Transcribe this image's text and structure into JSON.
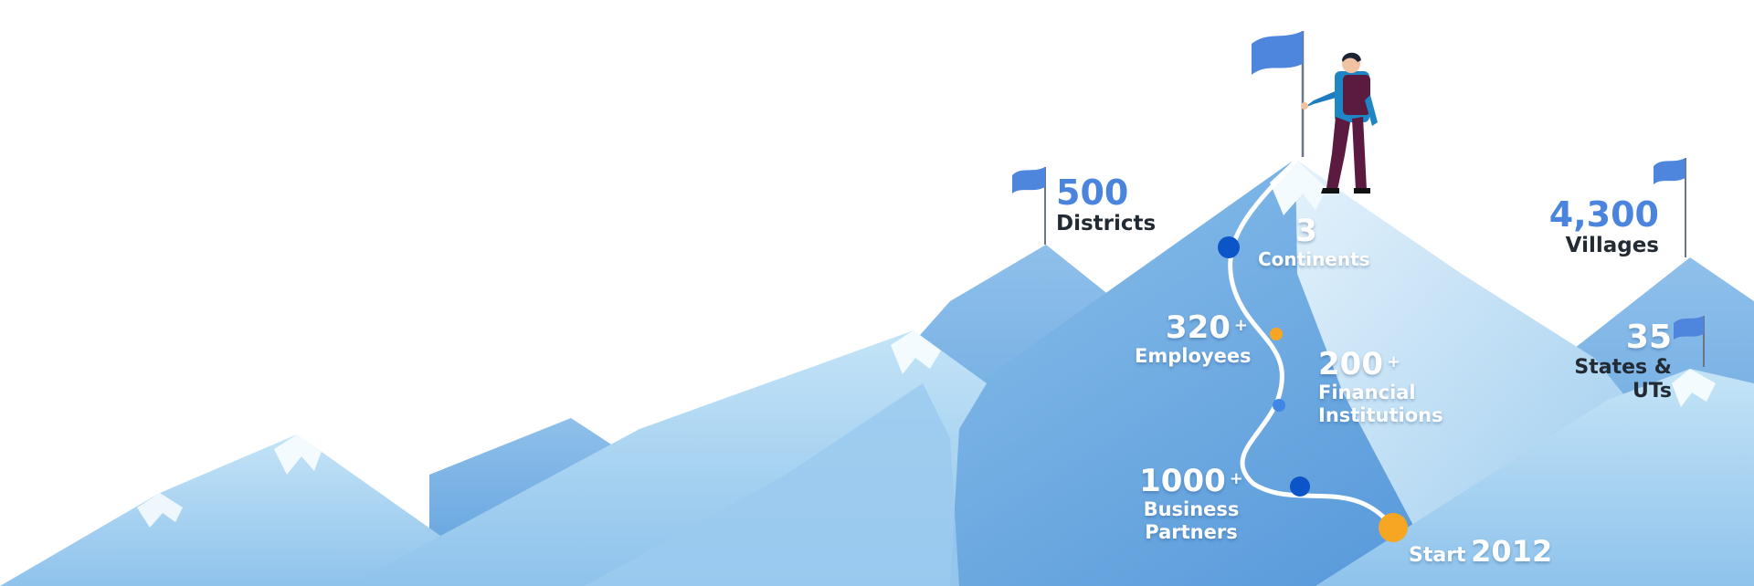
{
  "colors": {
    "accent": "#4a84dd",
    "dark_text": "#222b33",
    "dot_blue": "#0b55c8",
    "dot_orange": "#f6a623",
    "mountain_light": "#b6dcf4",
    "mountain_mid": "#7fb5e4",
    "mountain_dark": "#4e93d8"
  },
  "icons": [
    "flag-icon",
    "climber-figure"
  ],
  "milestones": {
    "districts": {
      "value": "500",
      "label": "Districts"
    },
    "continents": {
      "value": "3",
      "label": "Continents"
    },
    "villages": {
      "value": "4,300",
      "label": "Villages"
    },
    "states": {
      "value": "35",
      "label": "States &",
      "label2": "UTs"
    },
    "employees": {
      "value": "320",
      "plus": "+",
      "label": "Employees"
    },
    "financial": {
      "value": "200",
      "plus": "+",
      "label": "Financial",
      "label2": "Institutions"
    },
    "partners": {
      "value": "1000",
      "plus": "+",
      "label": "Business",
      "label2": "Partners"
    },
    "start": {
      "prefix": "Start",
      "year": "2012"
    }
  }
}
